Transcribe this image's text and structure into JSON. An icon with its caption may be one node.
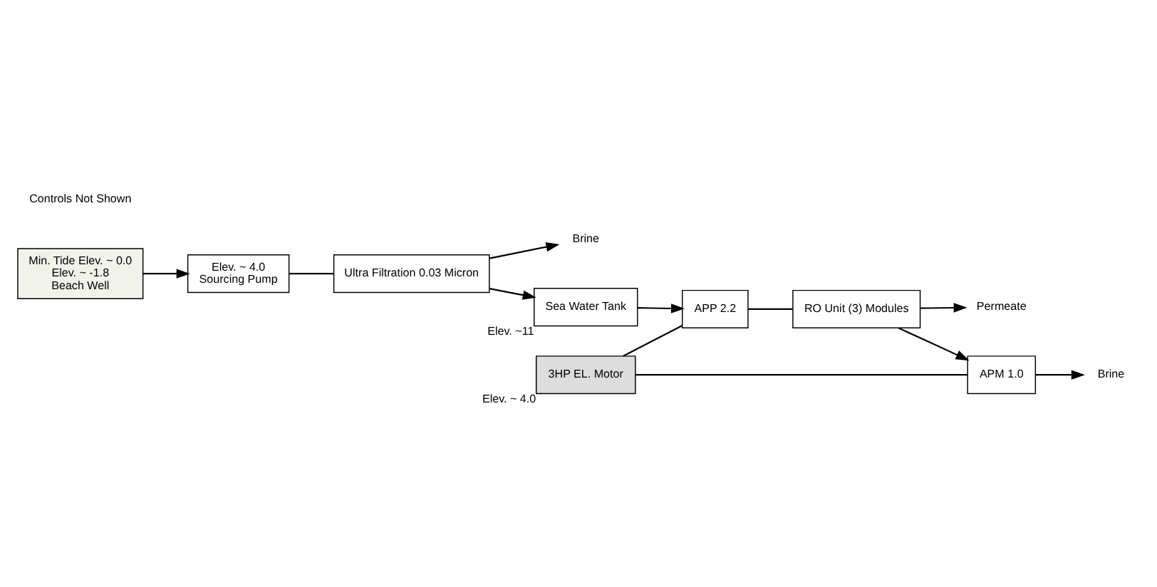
{
  "diagram": {
    "nodes": [
      {
        "text": [
          "Min. Tide Elev. ~ 0.0",
          "Elev. ~ -1.8",
          "Beach Well"
        ]
      },
      {
        "text": [
          "Elev. ~ 4.0",
          "Sourcing Pump"
        ]
      },
      {
        "text": [
          "Ultra Filtration 0.03 Micron"
        ]
      },
      {
        "text": [
          "Brine"
        ]
      },
      {
        "text": [
          "Sea Water Tank"
        ],
        "beside": [
          "Elev. ~11"
        ]
      },
      {
        "text": [
          "APP 2.2"
        ]
      },
      {
        "text": [
          "3HP EL. Motor"
        ],
        "beside": [
          "Elev. ~ 4.0"
        ]
      },
      {
        "text": [
          "RO Unit (3) Modules"
        ]
      },
      {
        "text": [
          "APM 1.0"
        ]
      },
      {
        "text": [
          "Permeate"
        ]
      },
      {
        "text": [
          "Brine"
        ]
      }
    ],
    "edges": [
      {
        "from": 0,
        "to": 1,
        "arrow": "to"
      },
      {
        "from": 1,
        "to": 2,
        "arrow": "none"
      },
      {
        "from": 2,
        "to": 3,
        "arrow": "to"
      },
      {
        "from": 2,
        "to": 4,
        "arrow": "to"
      },
      {
        "from": 4,
        "to": 5,
        "arrow": "to"
      },
      {
        "from": 5,
        "to": 7,
        "arrow": "none"
      },
      {
        "from": 6,
        "to": 5,
        "arrow": "none"
      },
      {
        "from": 6,
        "to": 8,
        "arrow": "none"
      },
      {
        "from": 7,
        "to": 8,
        "arrow": "to"
      },
      {
        "from": 8,
        "to": 10,
        "arrow": "to"
      },
      {
        "from": 7,
        "to": 9,
        "arrow": "to"
      }
    ],
    "labels": [
      "Controls Not Shown"
    ]
  }
}
